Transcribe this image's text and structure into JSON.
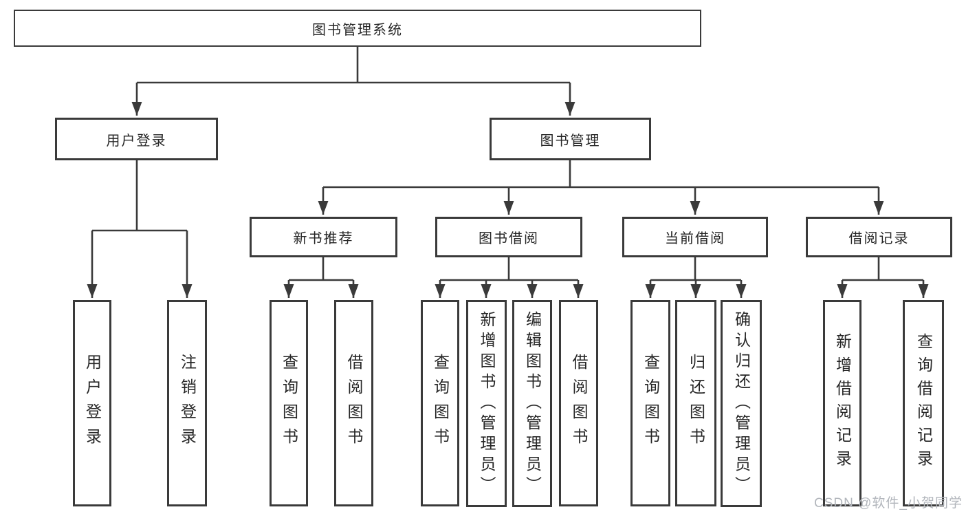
{
  "diagram": {
    "root": {
      "label": "图书管理系统",
      "children": [
        {
          "label": "用户登录",
          "children": [
            {
              "label": "用户登录"
            },
            {
              "label": "注销登录"
            }
          ]
        },
        {
          "label": "图书管理",
          "children": [
            {
              "label": "新书推荐",
              "children": [
                {
                  "label": "查询图书"
                },
                {
                  "label": "借阅图书"
                }
              ]
            },
            {
              "label": "图书借阅",
              "children": [
                {
                  "label": "查询图书"
                },
                {
                  "label": "新增图书（管理员）"
                },
                {
                  "label": "编辑图书（管理员）"
                },
                {
                  "label": "借阅图书"
                }
              ]
            },
            {
              "label": "当前借阅",
              "children": [
                {
                  "label": "查询图书"
                },
                {
                  "label": "归还图书"
                },
                {
                  "label": "确认归还（管理员）"
                }
              ]
            },
            {
              "label": "借阅记录",
              "children": [
                {
                  "label": "新增借阅记录"
                },
                {
                  "label": "查询借阅记录"
                }
              ]
            }
          ]
        }
      ]
    }
  },
  "watermark": "CSDN @软件_小贺同学",
  "colors": {
    "line": "#3a3a3a",
    "text": "#262626",
    "background": "#ffffff",
    "watermark": "#b2b6bc"
  }
}
